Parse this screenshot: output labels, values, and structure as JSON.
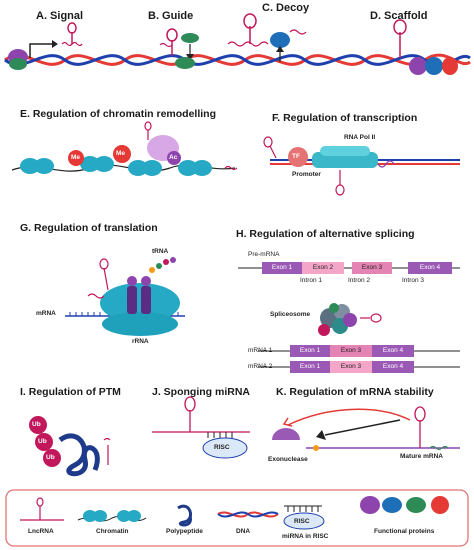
{
  "panels": {
    "a": "A. Signal",
    "b": "B. Guide",
    "c": "C. Decoy",
    "d": "D. Scaffold",
    "e": "E. Regulation of chromatin remodelling",
    "f": "F. Regulation of transcription",
    "g": "G. Regulation of translation",
    "h": "H. Regulation of alternative splicing",
    "i": "I. Regulation of PTM",
    "j": "J. Sponging miRNA",
    "k": "K. Regulation of mRNA stability"
  },
  "e": {
    "me1": "Me",
    "me2": "Me",
    "ac": "Ac"
  },
  "f": {
    "tf": "TF",
    "rnapol": "RNA Pol II",
    "promoter": "Promoter"
  },
  "g": {
    "trna": "tRNA",
    "mrna": "mRNA",
    "rrna": "rRNA"
  },
  "h": {
    "premrna": "Pre-mRNA",
    "exon1": "Exon 1",
    "exon2": "Exon 2",
    "exon3": "Exon 3",
    "exon4": "Exon 4",
    "intron1": "Intron 1",
    "intron2": "Intron 2",
    "intron3": "Intron 3",
    "spliceosome": "Spliceosome",
    "mrna1": "mRNA 1",
    "mrna2": "mRNA 2",
    "m1e1": "Exon 1",
    "m1e3": "Exon 3",
    "m1e4": "Exon 4",
    "m2e1": "Exon 1",
    "m2e3": "Exon 3",
    "m2e4": "Exon 4"
  },
  "i": {
    "ub1": "Ub",
    "ub2": "Ub",
    "ub3": "Ub"
  },
  "j": {
    "risc": "RISC"
  },
  "k": {
    "exonuclease": "Exonuclease",
    "mature": "Mature mRNA"
  },
  "legend": {
    "lncrna": "LncRNA",
    "chromatin": "Chromatin",
    "polypeptide": "Polypeptide",
    "dna": "DNA",
    "risc": "RISC",
    "mirna": "miRNA in RISC",
    "functional": "Functional proteins"
  },
  "colors": {
    "lncrna": "#c2185b",
    "dna_red": "#e53935",
    "dna_blue": "#1e40af",
    "nucleosome": "#26a9c4",
    "exon_purple": "#9b59b6",
    "exon_pink": "#f4a6c8",
    "legend_border": "#e57373"
  }
}
